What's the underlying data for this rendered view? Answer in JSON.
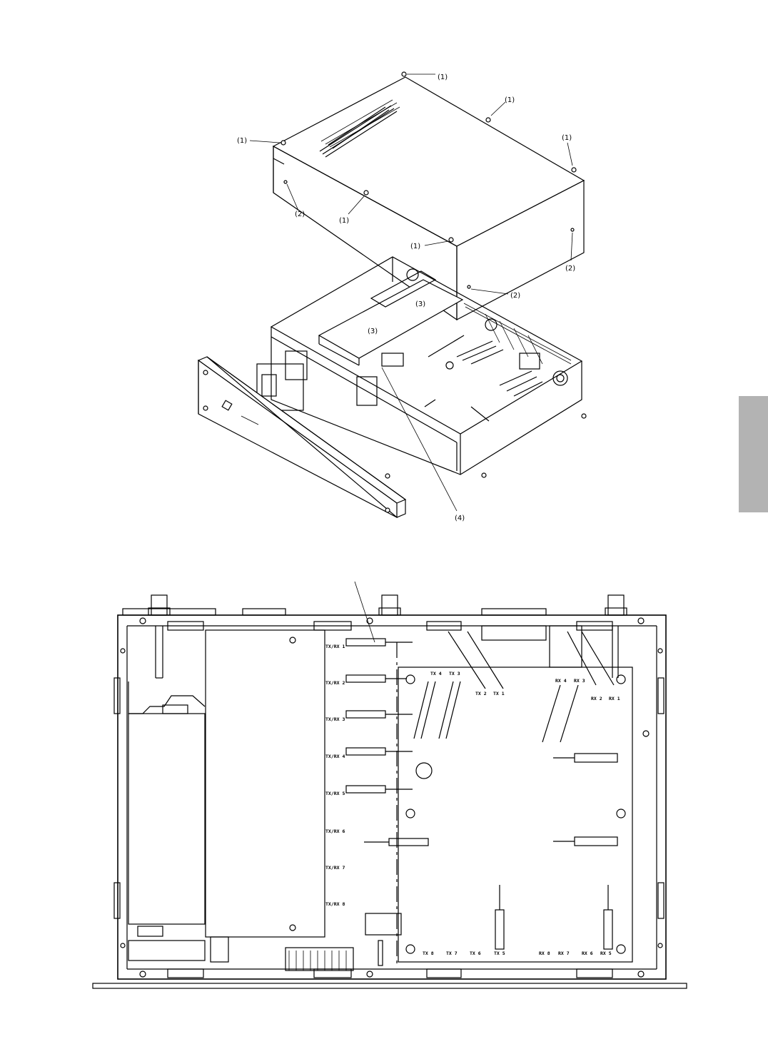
{
  "callouts": {
    "screw": "(1)",
    "cover_screw": "(2)",
    "board_screw": "(3)",
    "front_panel_cable": "(4)"
  },
  "pcb_labels": {
    "txrx": [
      "TX/RX 1",
      "TX/RX 2",
      "TX/RX 3",
      "TX/RX 4",
      "TX/RX 5",
      "TX/RX 6",
      "TX/RX 7",
      "TX/RX 8"
    ],
    "tx_top": [
      "TX 4",
      "TX 3",
      "TX 2",
      "TX 1"
    ],
    "rx_top": [
      "RX 4",
      "RX 3",
      "RX 2",
      "RX 1"
    ],
    "tx_bottom": [
      "TX 8",
      "TX 7",
      "TX 6",
      "TX 5"
    ],
    "rx_bottom": [
      "RX 8",
      "RX 7",
      "RX 6",
      "RX 5"
    ]
  },
  "colors": {
    "side_tab": "#b3b3b3",
    "line": "#000000"
  }
}
